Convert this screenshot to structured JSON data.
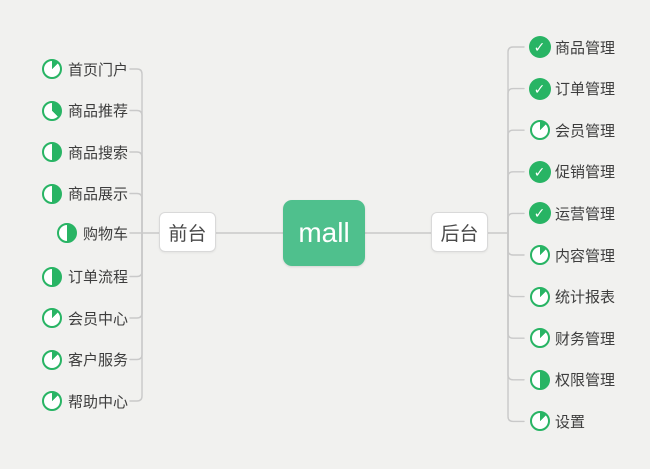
{
  "canvas": {
    "background": "#f1f1ef",
    "connector_color": "#c9c9c9"
  },
  "root": {
    "label": "mall",
    "bg": "#4fc08d",
    "text_color": "#ffffff"
  },
  "colors": {
    "icon_green": "#28b464",
    "node_border": "#d9d9d9",
    "label_text": "#3d3d3d"
  },
  "icons": {
    "done_check": "✓",
    "pie_description": "progress-pie-icon",
    "done_description": "check-circle-icon"
  },
  "branches": [
    {
      "side": "left",
      "label": "前台",
      "items": [
        {
          "label": "首页门户",
          "progress": 0.125
        },
        {
          "label": "商品推荐",
          "progress": 0.375
        },
        {
          "label": "商品搜索",
          "progress": 0.5
        },
        {
          "label": "商品展示",
          "progress": 0.5
        },
        {
          "label": "购物车",
          "progress": 0.5
        },
        {
          "label": "订单流程",
          "progress": 0.5
        },
        {
          "label": "会员中心",
          "progress": 0.125
        },
        {
          "label": "客户服务",
          "progress": 0.125
        },
        {
          "label": "帮助中心",
          "progress": 0.125
        }
      ]
    },
    {
      "side": "right",
      "label": "后台",
      "items": [
        {
          "label": "商品管理",
          "progress": 1
        },
        {
          "label": "订单管理",
          "progress": 1
        },
        {
          "label": "会员管理",
          "progress": 0.125
        },
        {
          "label": "促销管理",
          "progress": 1
        },
        {
          "label": "运营管理",
          "progress": 1
        },
        {
          "label": "内容管理",
          "progress": 0.125
        },
        {
          "label": "统计报表",
          "progress": 0.125
        },
        {
          "label": "财务管理",
          "progress": 0.125
        },
        {
          "label": "权限管理",
          "progress": 0.5
        },
        {
          "label": "设置",
          "progress": 0.125
        }
      ]
    }
  ]
}
